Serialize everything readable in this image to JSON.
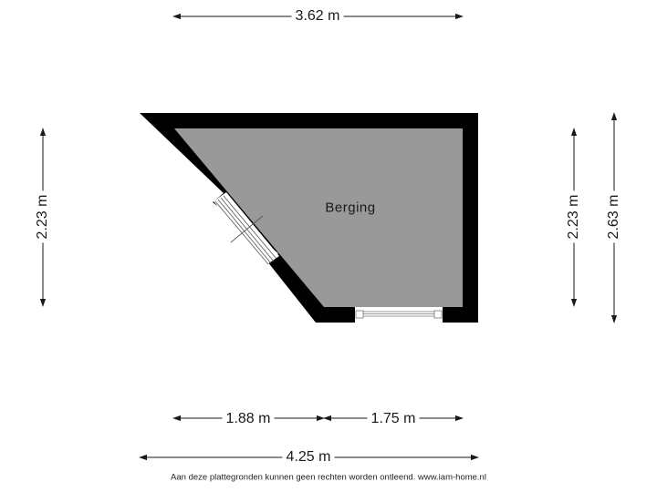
{
  "floorplan": {
    "rooms": [
      {
        "name": "Berging"
      }
    ],
    "dimensions": {
      "top_width": "3.62 m",
      "left_height": "2.23 m",
      "right_inner_height": "2.23 m",
      "right_outer_height": "2.63 m",
      "bottom_left_segment": "1.88 m",
      "bottom_right_segment": "1.75 m",
      "bottom_total": "4.25 m"
    },
    "disclaimer": "Aan deze plattegronden kunnen geen rechten worden ontleend. www.iam-home.nl",
    "colors": {
      "wall": "#000000",
      "floor": "#999999",
      "background": "#ffffff",
      "dimension_line": "#1a1a1a"
    }
  }
}
